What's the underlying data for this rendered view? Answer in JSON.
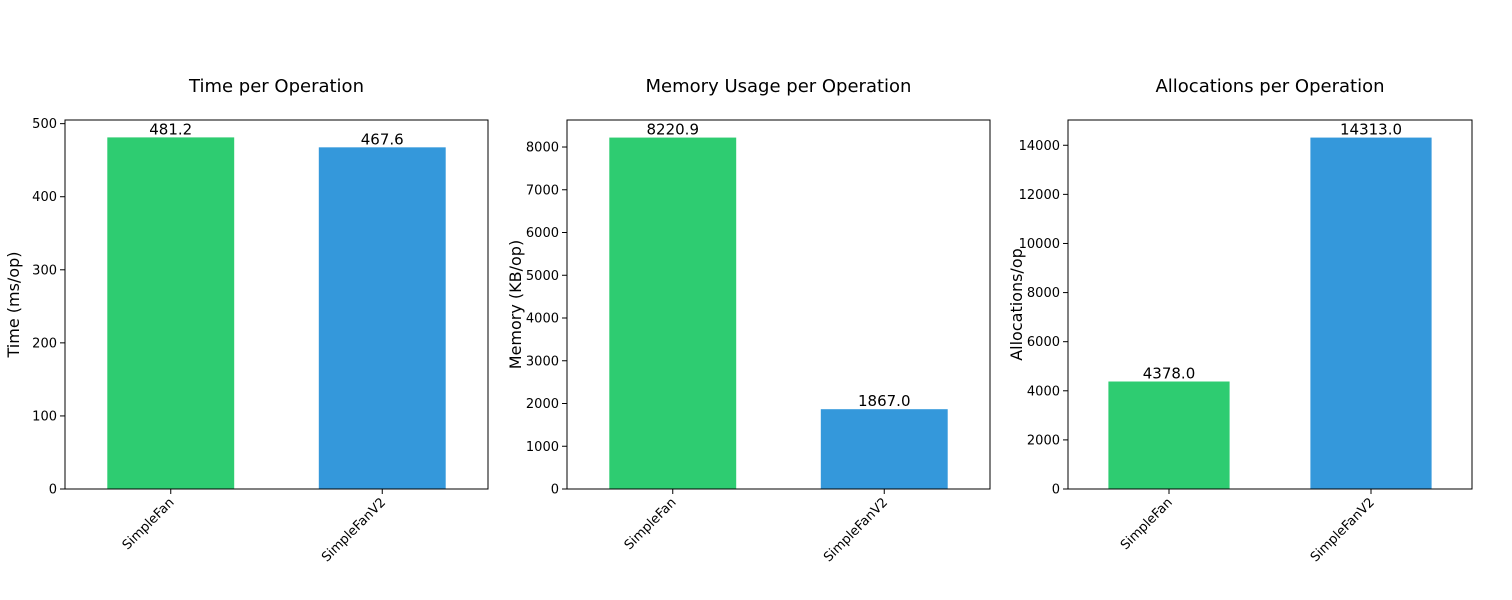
{
  "chart_data": [
    {
      "type": "bar",
      "title": "Time per Operation",
      "ylabel": "Time (ms/op)",
      "categories": [
        "SimpleFan",
        "SimpleFanV2"
      ],
      "values": [
        481.2,
        467.6
      ],
      "value_labels": [
        "481.2",
        "467.6"
      ],
      "ylim": [
        0,
        505
      ],
      "yticks": [
        0,
        100,
        200,
        300,
        400,
        500
      ],
      "colors": [
        "#2ecc71",
        "#3498db"
      ],
      "grid": false
    },
    {
      "type": "bar",
      "title": "Memory Usage per Operation",
      "ylabel": "Memory (KB/op)",
      "categories": [
        "SimpleFan",
        "SimpleFanV2"
      ],
      "values": [
        8220.9,
        1867.0
      ],
      "value_labels": [
        "8220.9",
        "1867.0"
      ],
      "ylim": [
        0,
        8632
      ],
      "yticks": [
        0,
        1000,
        2000,
        3000,
        4000,
        5000,
        6000,
        7000,
        8000
      ],
      "colors": [
        "#2ecc71",
        "#3498db"
      ],
      "grid": false
    },
    {
      "type": "bar",
      "title": "Allocations per Operation",
      "ylabel": "Allocations/op",
      "categories": [
        "SimpleFan",
        "SimpleFanV2"
      ],
      "values": [
        4378.0,
        14313.0
      ],
      "value_labels": [
        "4378.0",
        "14313.0"
      ],
      "ylim": [
        0,
        15029
      ],
      "yticks": [
        0,
        2000,
        4000,
        6000,
        8000,
        10000,
        12000,
        14000
      ],
      "colors": [
        "#2ecc71",
        "#3498db"
      ],
      "grid": false
    }
  ]
}
